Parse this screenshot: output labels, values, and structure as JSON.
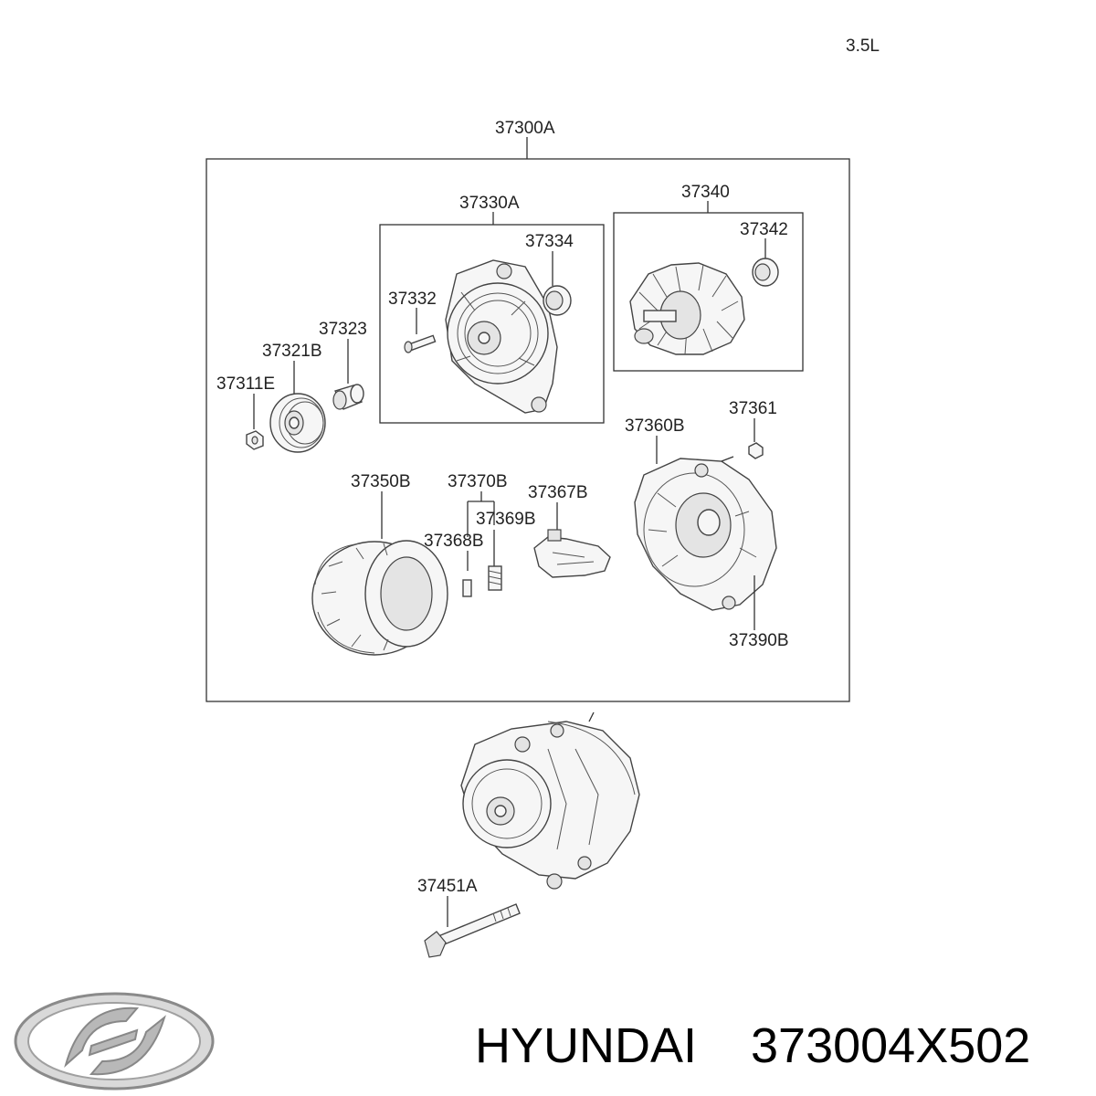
{
  "engine": "3.5L",
  "labels": {
    "assembly": "37300A",
    "front_bracket": "37330A",
    "bearing_front": "37334",
    "screw": "37332",
    "rotor": "37340",
    "bearing_rear": "37342",
    "spacer": "37323",
    "pulley": "37321B",
    "nut_pulley": "37311E",
    "nut_rear": "37361",
    "rear_bracket": "37360B",
    "stator": "37350B",
    "brush_holder_set": "37370B",
    "regulator": "37367B",
    "spring": "37369B",
    "brush": "37368B",
    "rear_cover": "37390B",
    "bolt": "37451A"
  },
  "footer": {
    "brand": "HYUNDAI",
    "part_number": "373004X502"
  }
}
